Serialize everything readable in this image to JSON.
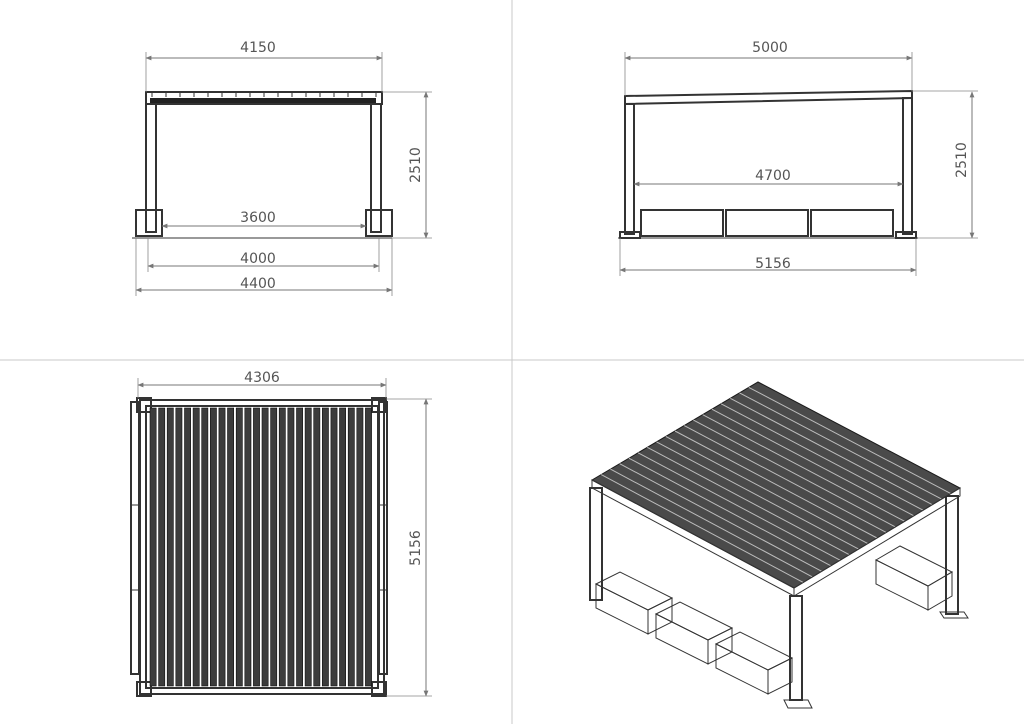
{
  "colors": {
    "line": "#333333",
    "dim_text": "#555555",
    "roof": "#4a4a4a",
    "divider": "#c8c8c8"
  },
  "views": {
    "front": {
      "width_top": "4150",
      "inner_span": "3600",
      "span_4000": "4000",
      "overall_width": "4400",
      "height": "2510"
    },
    "side": {
      "width_top": "5000",
      "inner_span": "4700",
      "overall_length": "5156",
      "height": "2510"
    },
    "top": {
      "width": "4306",
      "length": "5156"
    },
    "isometric": {}
  }
}
